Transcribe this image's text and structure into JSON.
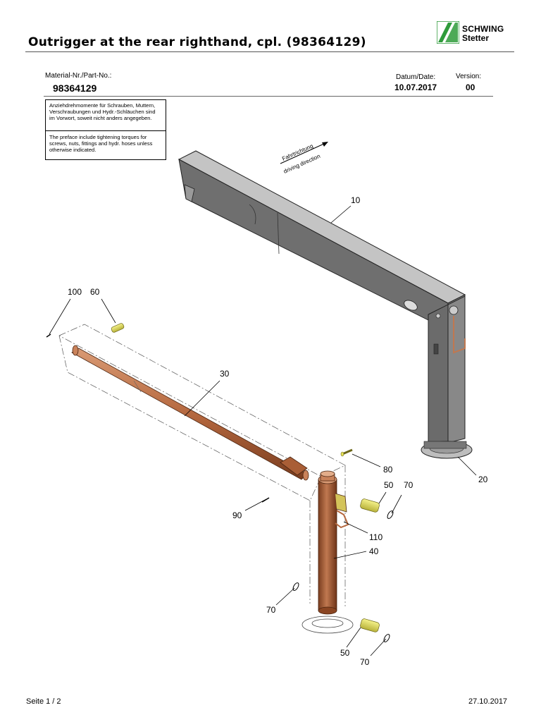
{
  "header": {
    "title": "Outrigger at the rear righthand, cpl. (98364129)",
    "logo_line1": "SCHWING",
    "logo_line2": "Stetter",
    "logo_icon": "schwing-stetter-logo-mark",
    "brand_green": "#2e9b3a"
  },
  "meta": {
    "part_label": "Material-Nr./Part-No.:",
    "part_value": "98364129",
    "date_label": "Datum/Date:",
    "date_value": "10.07.2017",
    "version_label": "Version:",
    "version_value": "00"
  },
  "note": {
    "german": "Anziehdrehmomente für Schrauben, Muttern, Verschraubungen und Hydr.-Schläuchen sind im Vorwort, soweit nicht anders angegeben.",
    "english": "The preface include tightening torques for screws, nuts, fittings and hydr. hoses unless otherwise indicated."
  },
  "drawing": {
    "direction_de": "Fahrtrichtung",
    "direction_en": "driving direction",
    "callouts": [
      "10",
      "100",
      "60",
      "30",
      "20",
      "80",
      "50",
      "70",
      "90",
      "110",
      "40",
      "70",
      "50",
      "70"
    ],
    "colors": {
      "beam": "#6e6e6e",
      "beam_top": "#b8b8b8",
      "cylinder": "#b5683f",
      "pin": "#e8e35a"
    }
  },
  "footer": {
    "page": "Seite 1 / 2",
    "date": "27.10.2017"
  }
}
